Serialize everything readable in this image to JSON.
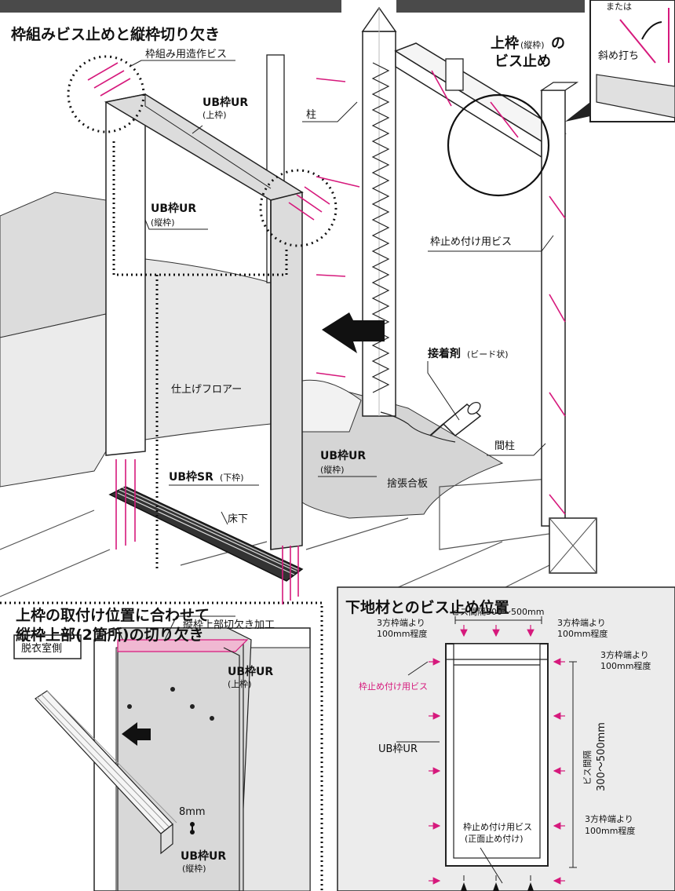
{
  "main_diagram": {
    "title": "枠組みビス止めと縦枠切り欠き",
    "labels": {
      "frame_screw": "枠組み用造作ビス",
      "top_frame_name": "UB枠UR",
      "top_frame_sub": "(上枠)",
      "side_frame_name": "UB枠UR",
      "side_frame_sub": "(縦枠)",
      "pillar": "柱",
      "top_screw_title_1a": "上枠",
      "top_screw_title_1b": "(縦枠)",
      "top_screw_title_1c": "の",
      "top_screw_title_2": "ビス止め",
      "fix_screw": "枠止め付け用ビス",
      "adhesive_a": "接着剤",
      "adhesive_b": "(ビード状)",
      "floor_finish": "仕上げフロアー",
      "between_pillar": "間柱",
      "right_frame_name": "UB枠UR",
      "right_frame_sub": "(縦枠)",
      "bottom_frame_a": "UB枠SR",
      "bottom_frame_b": "(下枠)",
      "plywood": "捨張合板",
      "underfloor": "床下"
    },
    "inset": {
      "or_text": "または",
      "diagonal": "斜め打ち"
    }
  },
  "bottom_left": {
    "title_line1": "上枠の取付け位置に合わせて",
    "title_line2": "縦枠上部(2箇所)の切り欠き",
    "room_side": "脱衣室側",
    "notch_process": "縦枠上部切欠き加工",
    "top_frame_name": "UB枠UR",
    "top_frame_sub": "(上枠)",
    "dimension": "8mm",
    "side_frame_name": "UB枠UR",
    "side_frame_sub": "(縦枠)"
  },
  "bottom_right": {
    "title": "下地材とのビス止め位置",
    "spacing_top": "ビス間隔300〜500mm",
    "edge_left_1": "3方枠端より",
    "edge_left_2": "100mm程度",
    "edge_right_1": "3方枠端より",
    "edge_right_2": "100mm程度",
    "edge_right2_1": "3方枠端より",
    "edge_right2_2": "100mm程度",
    "spacing_vertical_a": "ビス間隔",
    "spacing_vertical_b": "300〜500mm",
    "fix_screw_pink": "枠止め付け用ビス",
    "frame_name": "UB枠UR",
    "edge_bottom_1": "3方枠端より",
    "edge_bottom_2": "100mm程度",
    "front_screw_1": "枠止め付け用ビス",
    "front_screw_2": "(正面止め付け)"
  },
  "colors": {
    "accent_pink": "#d6197c",
    "frame_grey": "#dcdcdc",
    "floor_grey": "#cfcfcf",
    "panel_bg": "#ececec"
  }
}
